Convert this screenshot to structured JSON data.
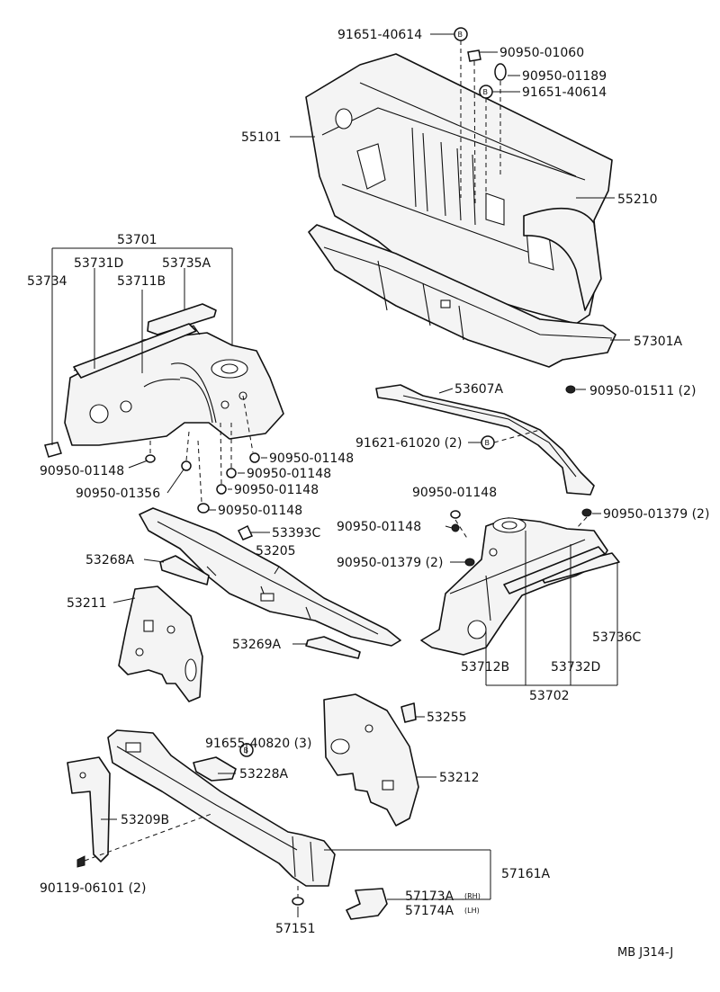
{
  "diagram": {
    "labels": {
      "l_9165140614a": "91651-40614",
      "l_9095001060": "90950-01060",
      "l_9095001189": "90950-01189",
      "l_9165140614b": "91651-40614",
      "l_55101": "55101",
      "l_55210": "55210",
      "l_57301A": "57301A",
      "l_9095001511": "90950-01511 (2)",
      "l_53701": "53701",
      "l_53731D": "53731D",
      "l_53735A": "53735A",
      "l_53734": "53734",
      "l_53711B": "53711B",
      "l_53607A": "53607A",
      "l_9162161020": "91621-61020 (2)",
      "l_9095001148a": "90950-01148",
      "l_9095001148b": "90950-01148",
      "l_9095001148c": "90950-01148",
      "l_9095001148d": "90950-01148",
      "l_9095001148e": "90950-01148",
      "l_9095001356": "90950-01356",
      "l_9095001148f": "90950-01148",
      "l_9095001148g": "90950-01148",
      "l_9095001379a": "90950-01379 (2)",
      "l_53393C": "53393C",
      "l_9095001379b": "90950-01379 (2)",
      "l_53205": "53205",
      "l_53268A": "53268A",
      "l_53211": "53211",
      "l_53736C": "53736C",
      "l_53269A": "53269A",
      "l_53712B": "53712B",
      "l_53732D": "53732D",
      "l_53702": "53702",
      "l_53255": "53255",
      "l_9165540820": "91655-40820 (3)",
      "l_53228A": "53228A",
      "l_53212": "53212",
      "l_53209B": "53209B",
      "l_57161A": "57161A",
      "l_9011906101": "90119-06101 (2)",
      "l_57173A": "57173A",
      "l_57173A_rh": "(RH)",
      "l_57174A": "57174A",
      "l_57174A_lh": "(LH)",
      "l_57151": "57151",
      "l_catalog": "MB J314-J"
    },
    "bolt_badge": "B"
  }
}
